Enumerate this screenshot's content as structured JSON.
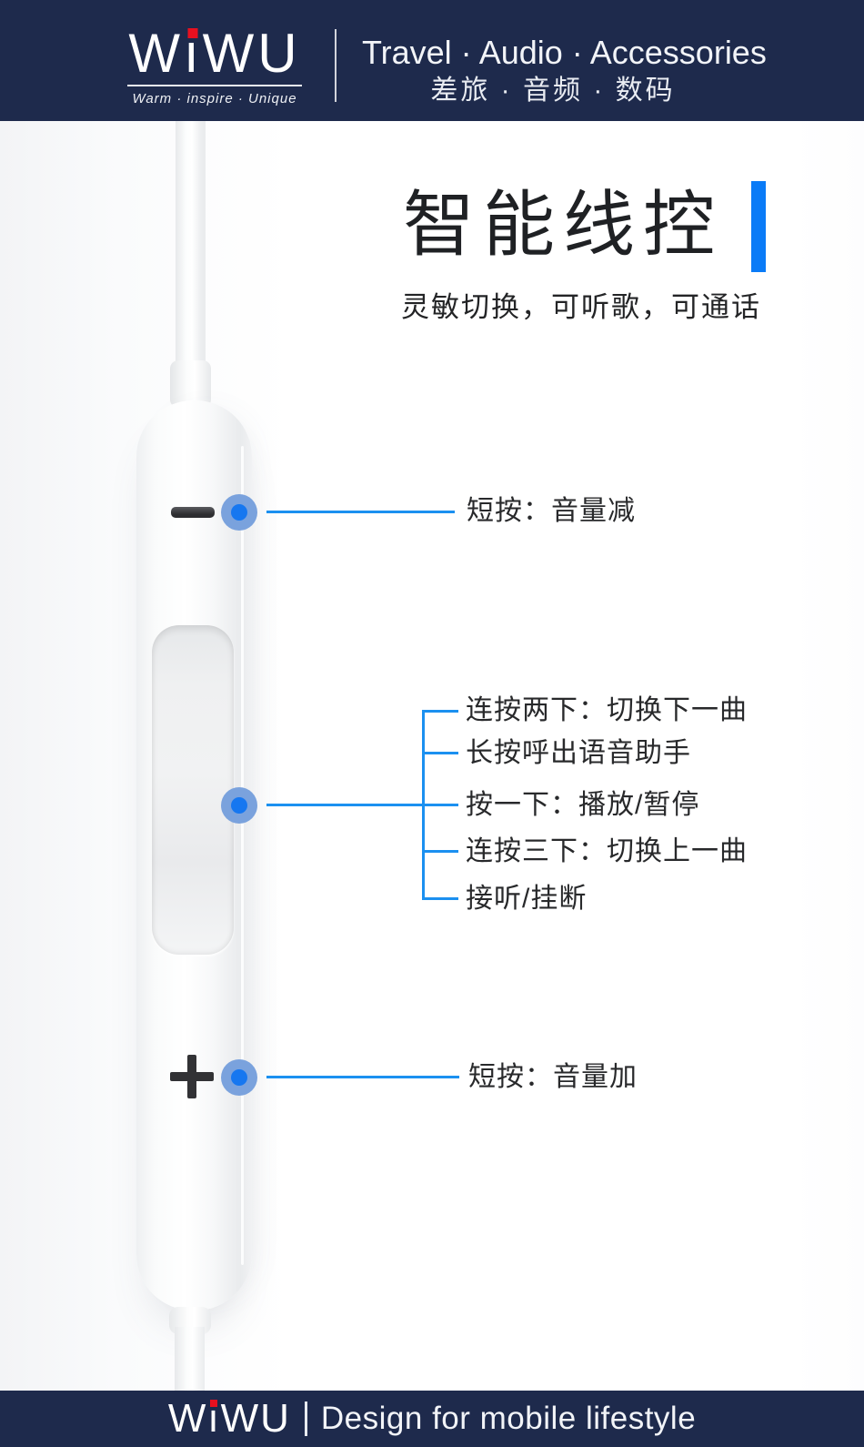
{
  "brand": {
    "full": "WiWU",
    "part1": "W",
    "i_dotless": "ı",
    "part2": "WU",
    "tagline": "Warm · inspire · Unique"
  },
  "header": {
    "title_en": "Travel · Audio · Accessories",
    "title_cn": "差旅 · 音频 · 数码"
  },
  "hero": {
    "title": "智能线控",
    "subtitle": "灵敏切换，可听歌，可通话"
  },
  "callouts": {
    "volume_down": "短按：音量减",
    "center": [
      "连按两下：切换下一曲",
      "长按呼出语音助手",
      "按一下：播放/暂停",
      "连按三下：切换上一曲",
      "接听/挂断"
    ],
    "volume_up": "短按：音量加"
  },
  "footer": {
    "slogan": "Design for mobile lifestyle"
  },
  "colors": {
    "navy": "#1e2a4c",
    "accent_blue": "#0a7bf7",
    "line_blue": "#1b90f0",
    "dot_blue": "#1677f0",
    "dot_halo": "#7aa2dd",
    "logo_red": "#e8101f"
  }
}
